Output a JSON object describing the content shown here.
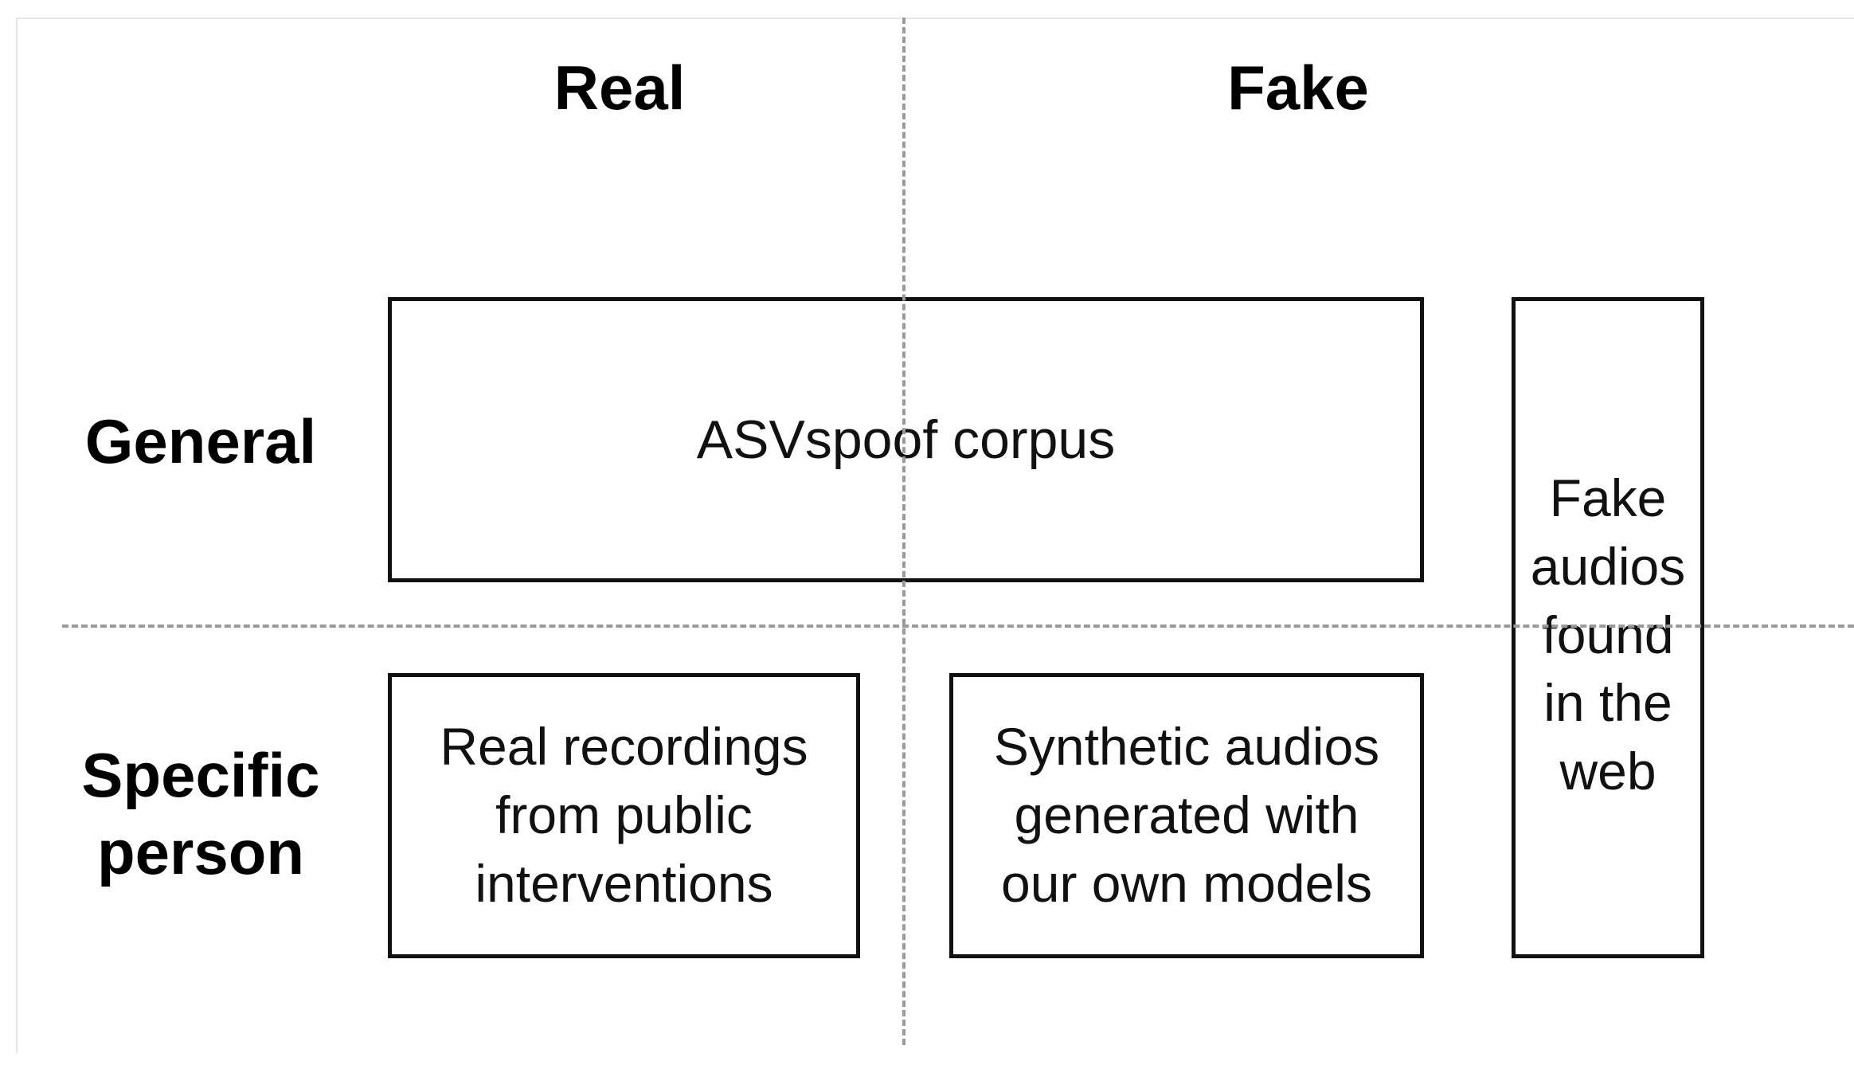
{
  "columns": {
    "real": "Real",
    "fake": "Fake"
  },
  "rows": {
    "general": "General",
    "specific": "Specific\nperson"
  },
  "boxes": {
    "asvspoof": "ASVspoof corpus",
    "real_recordings": "Real recordings\nfrom public\ninterventions",
    "synthetic": "Synthetic audios\ngenerated with\nour own models",
    "web": "Fake\naudios\nfound\nin the\nweb"
  }
}
